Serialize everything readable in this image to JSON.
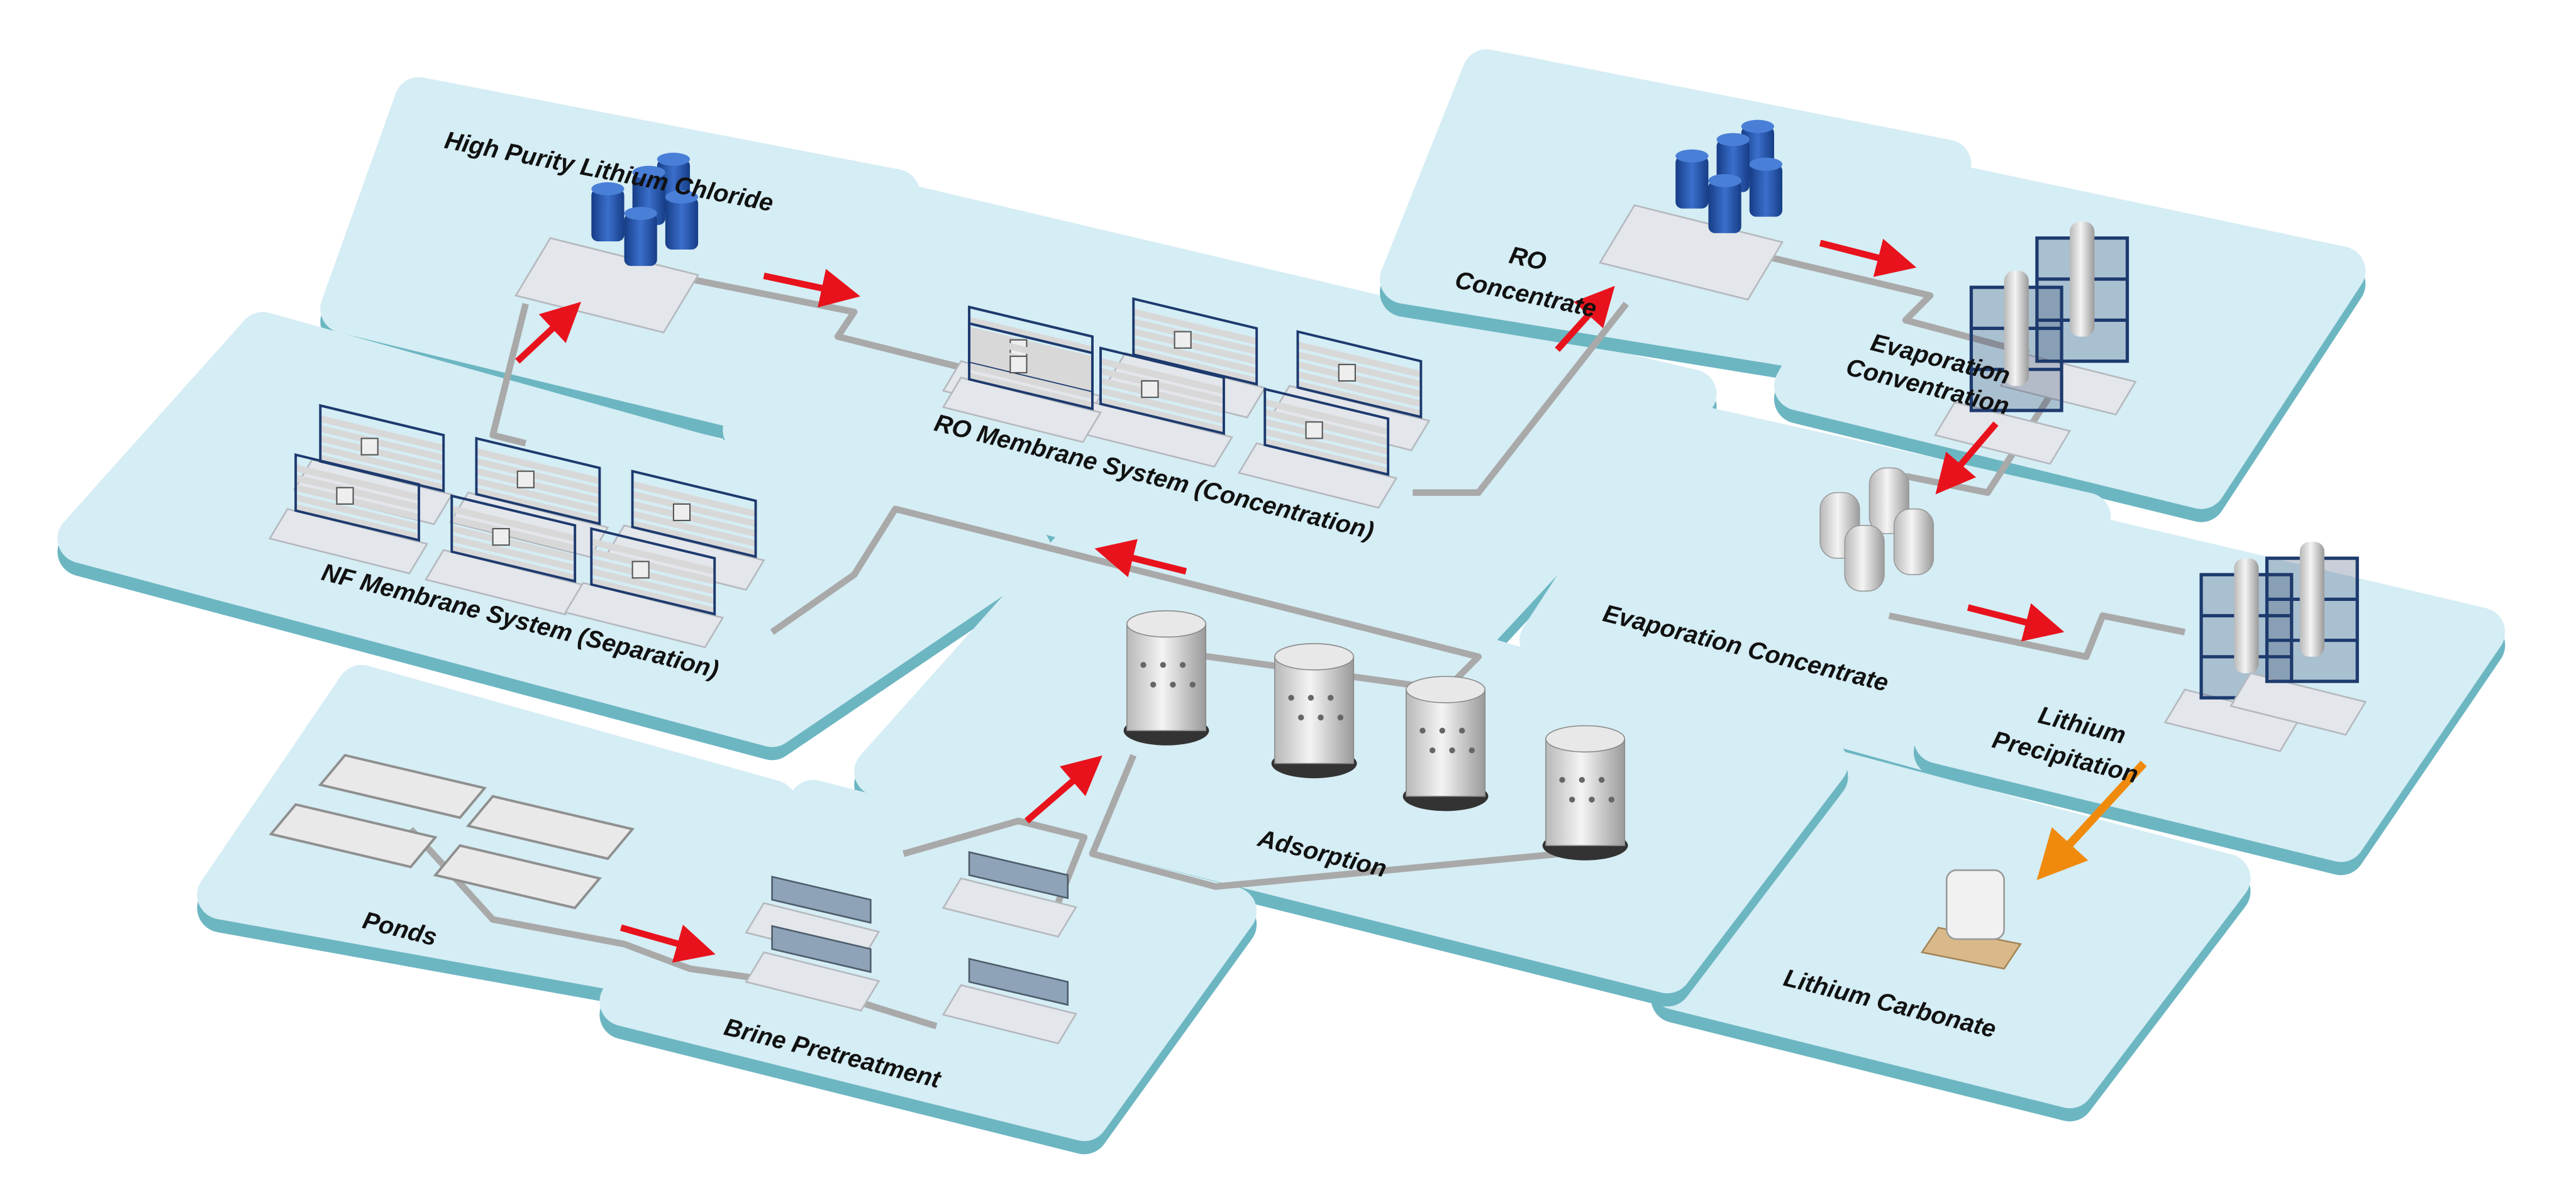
{
  "colors": {
    "panel": "#d5edf4",
    "panel_edge": "#6cb6c2",
    "flow_arrow": "#e8121c",
    "final_arrow": "#f08a0c",
    "tank_blue": "#1f4fa8",
    "frame_navy": "#1d3a6e",
    "pipe": "#a9a9a9"
  },
  "stages": {
    "hplc": {
      "label": "High Purity Lithium Chloride",
      "icon": "blue-tank-cluster-icon"
    },
    "ro_membrane": {
      "label": "RO Membrane System (Concentration)",
      "icon": "membrane-rack-icon"
    },
    "nf_membrane": {
      "label": "NF Membrane System (Separation)",
      "icon": "membrane-rack-icon"
    },
    "ro_concentrate": {
      "label_line1": "RO",
      "label_line2": "Concentrate",
      "icon": "blue-tank-cluster-icon"
    },
    "evap_conv": {
      "label_line1": "Evaporation",
      "label_line2": "Conventration",
      "icon": "evaporator-tower-icon"
    },
    "evap_concentrate": {
      "label": "Evaporation Concentrate",
      "icon": "pressure-vessel-icon"
    },
    "li_precip": {
      "label_line1": "Lithium",
      "label_line2": "Precipitation",
      "icon": "reactor-frame-icon"
    },
    "li_carbonate": {
      "label": "Lithium Carbonate",
      "icon": "bulk-bag-pallet-icon"
    },
    "adsorption": {
      "label": "Adsorption",
      "icon": "adsorption-column-icon"
    },
    "ponds": {
      "label": "Ponds",
      "icon": "evaporation-pond-icon"
    },
    "brine": {
      "label": "Brine Pretreatment",
      "icon": "filter-press-icon"
    }
  }
}
